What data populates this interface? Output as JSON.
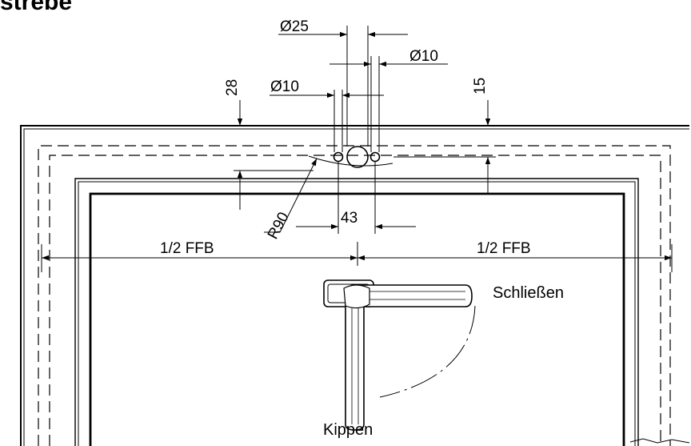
{
  "title_fragment": "strebe",
  "dimensions": {
    "d25": "Ø25",
    "d10_right": "Ø10",
    "d10_left": "Ø10",
    "v28": "28",
    "v15": "15",
    "r90": "R90",
    "h43": "43",
    "half_left": "1/2 FFB",
    "half_right": "1/2 FFB"
  },
  "labels": {
    "close": "Schließen",
    "tilt": "Kippen"
  },
  "colors": {
    "line": "#000000",
    "background": "#ffffff"
  }
}
